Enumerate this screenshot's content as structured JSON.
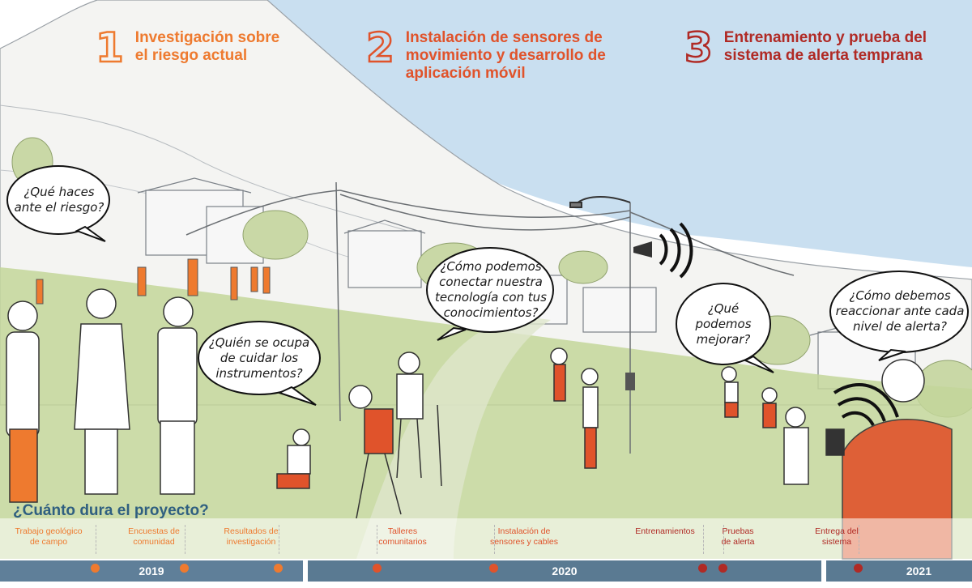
{
  "phases": [
    {
      "number": "1",
      "title": "Investigación sobre\nel riesgo actual"
    },
    {
      "number": "2",
      "title": "Instalación de sensores de\nmovimiento y desarrollo de\naplicación móvil"
    },
    {
      "number": "3",
      "title": "Entrenamiento y prueba del\nsistema de alerta temprana"
    }
  ],
  "bubbles": [
    "¿Qué haces\nante el riesgo?",
    "¿Quién se ocupa\nde cuidar los\ninstrumentos?",
    "¿Cómo podemos\nconectar nuestra\ntecnología con tus\nconocimientos?",
    "¿Qué\npodemos\nmejorar?",
    "¿Cómo debemos\nreaccionar ante cada\nnivel de alerta?"
  ],
  "timeline": {
    "question": "¿Cuánto dura el proyecto?",
    "milestones": [
      {
        "label": "Trabajo geológico\nde campo",
        "color": "#ee7a2f"
      },
      {
        "label": "Encuestas de\ncomunidad",
        "color": "#ee7a2f"
      },
      {
        "label": "Resultados de\ninvestigación",
        "color": "#ee7a2f"
      },
      {
        "label": "Talleres\ncomunitarios",
        "color": "#e0532b"
      },
      {
        "label": "Instalación de\nsensores y cables",
        "color": "#e0532b"
      },
      {
        "label": "Entrenamientos",
        "color": "#b02a25"
      },
      {
        "label": "Pruebas\nde alerta",
        "color": "#b02a25"
      },
      {
        "label": "Entrega del\nsistema",
        "color": "#b02a25"
      }
    ],
    "years": [
      "2019",
      "2020",
      "2021"
    ]
  },
  "colors": {
    "phase1": "#ee7a2f",
    "phase2": "#e0532b",
    "phase3": "#b02a25",
    "timeline_bar_2019": "#5f7f99",
    "timeline_bar": "#5a7a92",
    "sky": "#c9dff0",
    "grass": "#c3d69a",
    "mountain": "#f4f4f2"
  }
}
